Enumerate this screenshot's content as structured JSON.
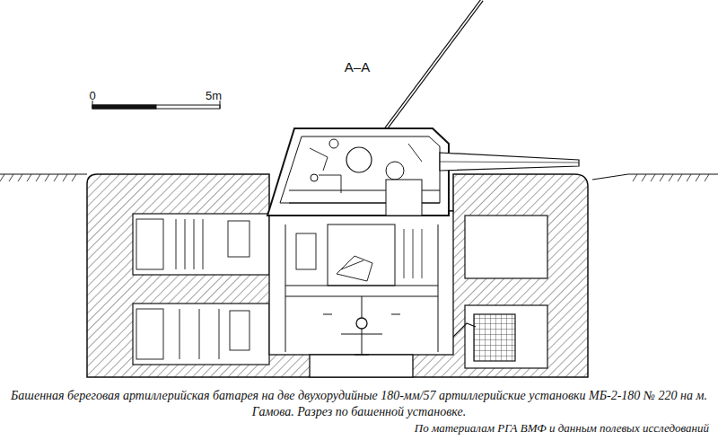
{
  "diagram": {
    "title": "A–A",
    "caption": "Башенная береговая артиллерийская батарея на две двухорудийные 180-мм/57 артиллерийские установки МБ-2-180 № 220 на м. Гамова. Разрез по башенной установке.",
    "labels": [
      "0",
      "5m",
      "По материалам РГА ВМФ и данным полевых исследований"
    ]
  }
}
